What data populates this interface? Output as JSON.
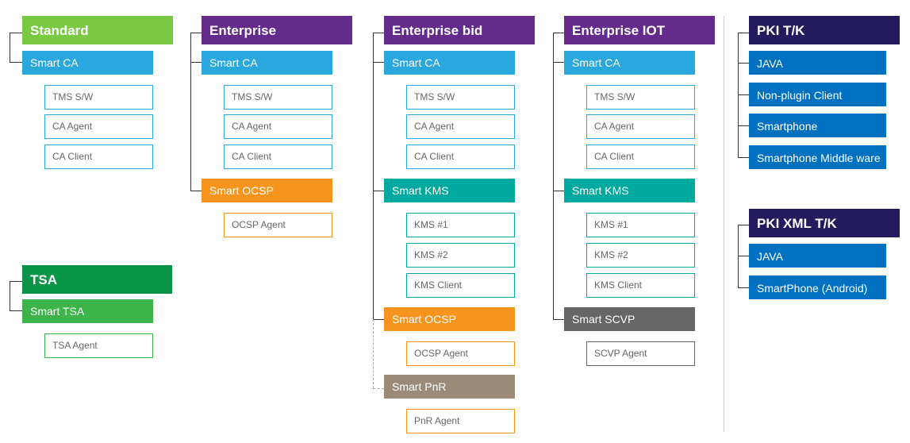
{
  "colors": {
    "green_header": "#79c943",
    "purple_header": "#642b8c",
    "navy_header": "#231b5e",
    "tsa_header": "#0a9447",
    "smart_ca": "#2aa8de",
    "smart_kms": "#00a89d",
    "smart_ocsp": "#f7941d",
    "smart_pnr": "#9b8a78",
    "smart_scvp": "#666666",
    "smart_tsa": "#3cb44a",
    "toolkit_item": "#0070c0"
  },
  "standard": {
    "title": "Standard",
    "smart_ca": "Smart CA",
    "ca_items": [
      "TMS S/W",
      "CA Agent",
      "CA Client"
    ]
  },
  "tsa": {
    "title": "TSA",
    "smart_tsa": "Smart TSA",
    "items": [
      "TSA Agent"
    ]
  },
  "enterprise": {
    "title": "Enterprise",
    "smart_ca": "Smart CA",
    "ca_items": [
      "TMS S/W",
      "CA Agent",
      "CA Client"
    ],
    "smart_ocsp": "Smart OCSP",
    "ocsp_items": [
      "OCSP Agent"
    ]
  },
  "enterprise_bid": {
    "title": "Enterprise bid",
    "smart_ca": "Smart CA",
    "ca_items": [
      "TMS S/W",
      "CA Agent",
      "CA Client"
    ],
    "smart_kms": "Smart KMS",
    "kms_items": [
      "KMS #1",
      "KMS #2",
      "KMS Client"
    ],
    "smart_ocsp": "Smart OCSP",
    "ocsp_items": [
      "OCSP Agent"
    ],
    "smart_pnr": "Smart PnR",
    "pnr_items": [
      "PnR Agent"
    ]
  },
  "enterprise_iot": {
    "title": "Enterprise IOT",
    "smart_ca": "Smart CA",
    "ca_items": [
      "TMS S/W",
      "CA Agent",
      "CA Client"
    ],
    "smart_kms": "Smart KMS",
    "kms_items": [
      "KMS #1",
      "KMS #2",
      "KMS Client"
    ],
    "smart_scvp": "Smart SCVP",
    "scvp_items": [
      "SCVP Agent"
    ]
  },
  "pki_tk": {
    "title": "PKI T/K",
    "items": [
      "JAVA",
      "Non-plugin Client",
      "Smartphone",
      "Smartphone Middle ware"
    ]
  },
  "pki_xml_tk": {
    "title": "PKI XML T/K",
    "items": [
      "JAVA",
      "SmartPhone (Android)"
    ]
  }
}
